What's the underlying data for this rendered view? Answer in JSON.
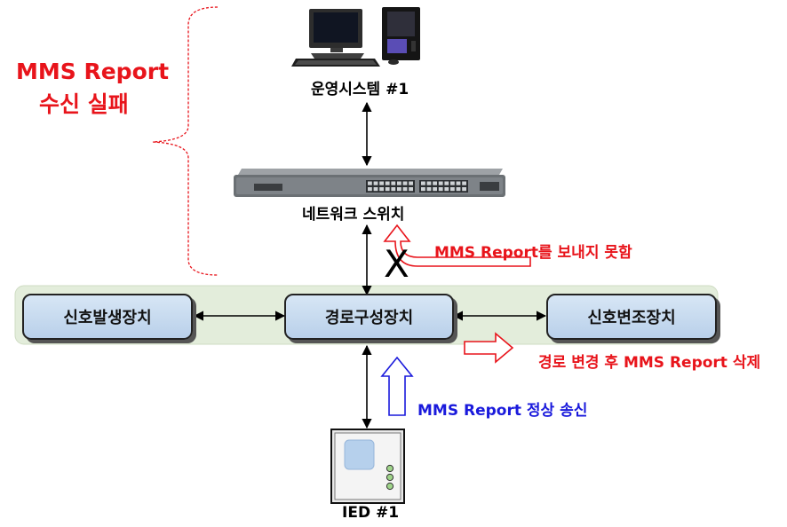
{
  "labels": {
    "failure_title_line1": "MMS Report",
    "failure_title_line2": "수신 실패",
    "operation_system": "운영시스템 #1",
    "network_switch": "네트워크 스위치",
    "cannot_send": "MMS Report를 보내지 못함",
    "signal_generator": "신호발생장치",
    "path_config": "경로구성장치",
    "signal_modulator": "신호변조장치",
    "delete_after_route_change": "경로 변경 후 MMS Report 삭제",
    "normal_send": "MMS Report 정상 송신",
    "ied": "IED #1",
    "blocked_mark": "X"
  },
  "colors": {
    "red": "#e8141b",
    "blue": "#1a1adc",
    "black": "#000000",
    "panel": "#e3eddb",
    "box": "#c9dcf0"
  },
  "icons": {
    "computer": "desktop-computer-icon",
    "switch": "network-switch-icon",
    "ied": "ied-device-icon"
  }
}
